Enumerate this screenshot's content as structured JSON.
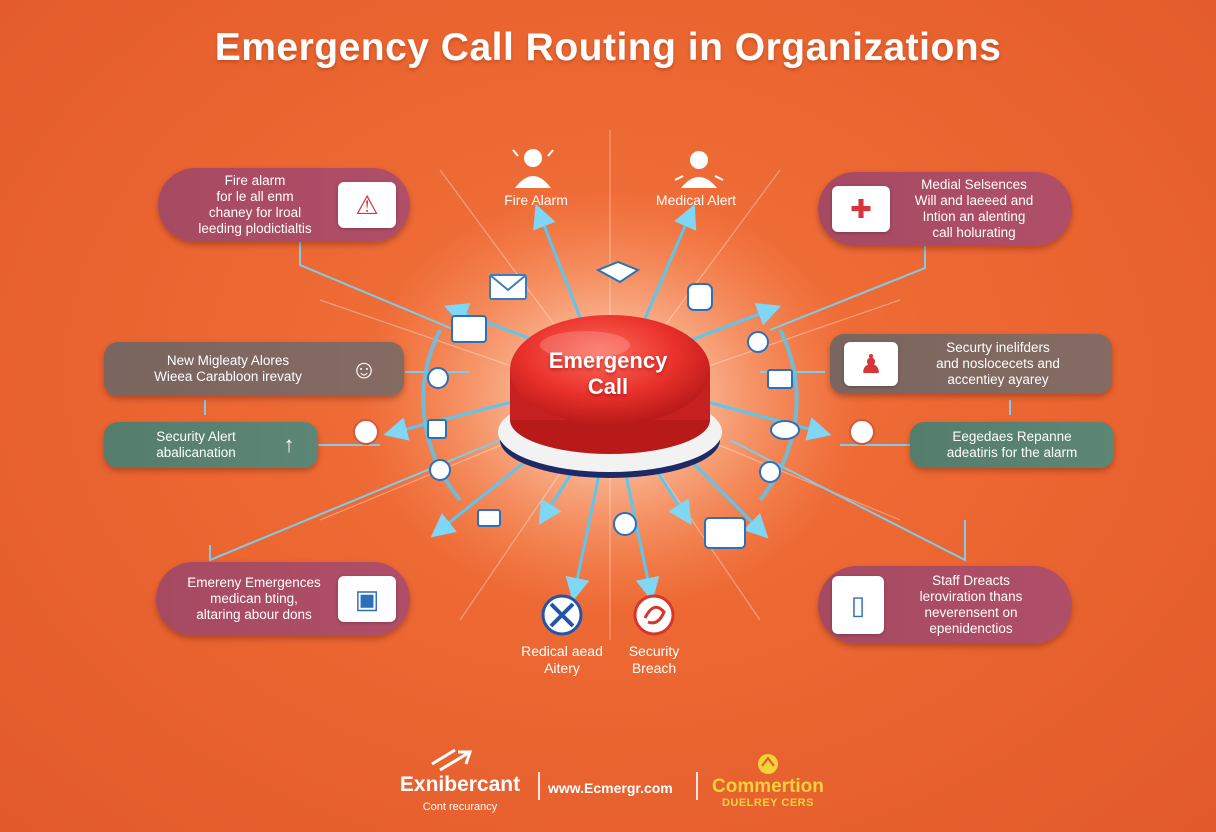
{
  "title": "Emergency Call Routing in Organizations",
  "center_button": {
    "line1": "Emergency",
    "line2": "Call"
  },
  "top_labels": {
    "fire_alarm": "Fire Alarm",
    "medical_alert": "Medical Alert"
  },
  "bottom_labels": {
    "medical_alert": [
      "Redical aead",
      "Aitery"
    ],
    "security_breach": [
      "Security",
      "Breach"
    ]
  },
  "cards": {
    "fire_alarm": [
      "Fire alarm",
      "for le all enm",
      "chaney for lroal",
      "leeding plodictialtis"
    ],
    "medical_services": [
      "Medial Selsences",
      "Will and laeeed and",
      "Intion an alenting",
      "call holurating"
    ],
    "new_alerts": [
      "New Migleaty Alores",
      "Wieea Carabloon irevaty"
    ],
    "security_incidents": [
      "Securty inelifders",
      "and noslocecets and",
      "accentiey ayarey"
    ],
    "security_alert": [
      "Security Alert",
      "abalicanation"
    ],
    "response": [
      "Eegedaes Repanne",
      "adeatiris for the alarm"
    ],
    "emergency_medical": [
      "Emereny Emergences",
      "medican bting,",
      "altaring abour dons"
    ],
    "staff": [
      "Staff Dreacts",
      "leroviration thans",
      "neverensent on",
      "epenidenctios"
    ]
  },
  "footer": {
    "brand_left": "Exnibercant",
    "brand_left_sub": "Cont recurancy",
    "url": "www.Ecmergr.com",
    "brand_right": "Commertion",
    "brand_right_sub": "DUELREY CERS"
  },
  "colors": {
    "background": "#ec6732",
    "card_purple": "#a64a62",
    "card_gray": "#7a6560",
    "card_green": "#547d6c",
    "button_red": "#e8302a",
    "connector_blue": "#5cc6ee"
  },
  "icons": {
    "fire_alarm_card": "laptop-alert-icon",
    "medical_card": "medical-record-icon",
    "new_alerts_card": "responder-icon",
    "security_incidents_card": "security-officer-icon",
    "security_alert_card": "signal-arrow-icon",
    "emergency_medical_card": "computer-icon",
    "staff_card": "mobile-phone-icon",
    "top_left": "person-alarm-icon",
    "top_right": "person-alert-icon",
    "bottom_left": "cross-badge-icon",
    "bottom_right": "shield-badge-icon"
  }
}
